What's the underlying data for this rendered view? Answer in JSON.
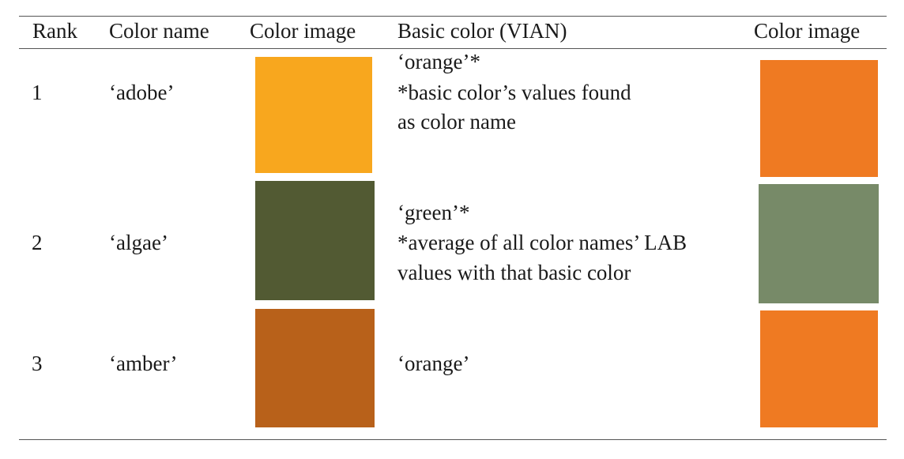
{
  "table": {
    "headers": {
      "rank": "Rank",
      "color_name": "Color name",
      "color_image": "Color image",
      "basic_color": "Basic color (VIAN)",
      "basic_color_image": "Color image"
    },
    "rows": [
      {
        "rank": "1",
        "color_name": "‘adobe’",
        "color_hex": "#F8A71E",
        "basic_color_lines": [
          "‘orange’*",
          "*basic color’s values found",
          "as color name"
        ],
        "basic_color_hex": "#EF7A22"
      },
      {
        "rank": "2",
        "color_name": "‘algae’",
        "color_hex": "#525A33",
        "basic_color_lines": [
          "‘green’*",
          "*average of all color names’ LAB",
          "values with that basic color"
        ],
        "basic_color_hex": "#778A68"
      },
      {
        "rank": "3",
        "color_name": "‘amber’",
        "color_hex": "#B8611A",
        "basic_color_lines": [
          "‘orange’"
        ],
        "basic_color_hex": "#EF7A22"
      }
    ]
  }
}
